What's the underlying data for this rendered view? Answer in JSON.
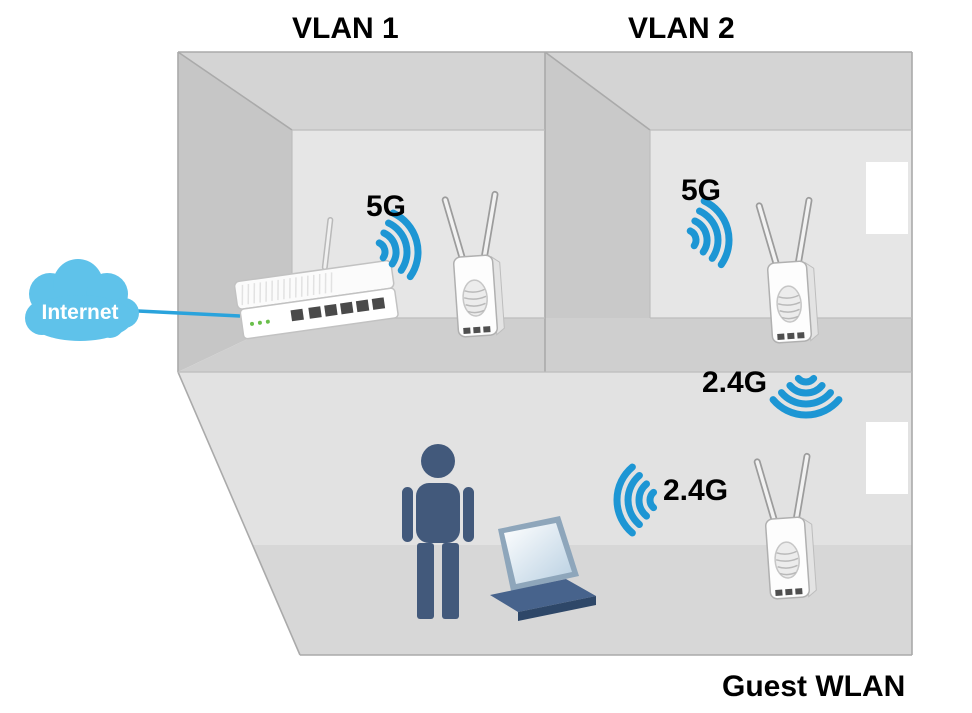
{
  "diagram": {
    "title_labels": {
      "vlan1": "VLAN 1",
      "vlan2": "VLAN 2",
      "guest_wlan": "Guest WLAN"
    },
    "internet": {
      "label": "Internet"
    },
    "signals": {
      "vlan1_5g": "5G",
      "vlan2_5g": "5G",
      "vlan2_24g": "2.4G",
      "guest_24g": "2.4G"
    },
    "devices": {
      "router": "dual-band wireless router",
      "access_point_vlan1": "access point",
      "access_point_vlan2": "access point",
      "access_point_guest": "access point",
      "laptop": "laptop client",
      "person": "user"
    },
    "colors": {
      "signal_blue": "#1d96d4",
      "cloud_blue": "#5fc2ea",
      "link_blue": "#2aa3dc",
      "person_blue": "#42597b",
      "laptop_base_blue": "#47638c",
      "laptop_base_front": "#2e4768",
      "wall_back": "#e6e6e6",
      "wall_side": "#c6c6c6",
      "wall_divider": "#c9c9c9",
      "ceiling": "#d4d4d4",
      "floor_band": "#cfcfcf",
      "lower_wall": "#e2e2e2",
      "lower_floor": "#d7d7d7",
      "label_black": "#000000"
    }
  }
}
